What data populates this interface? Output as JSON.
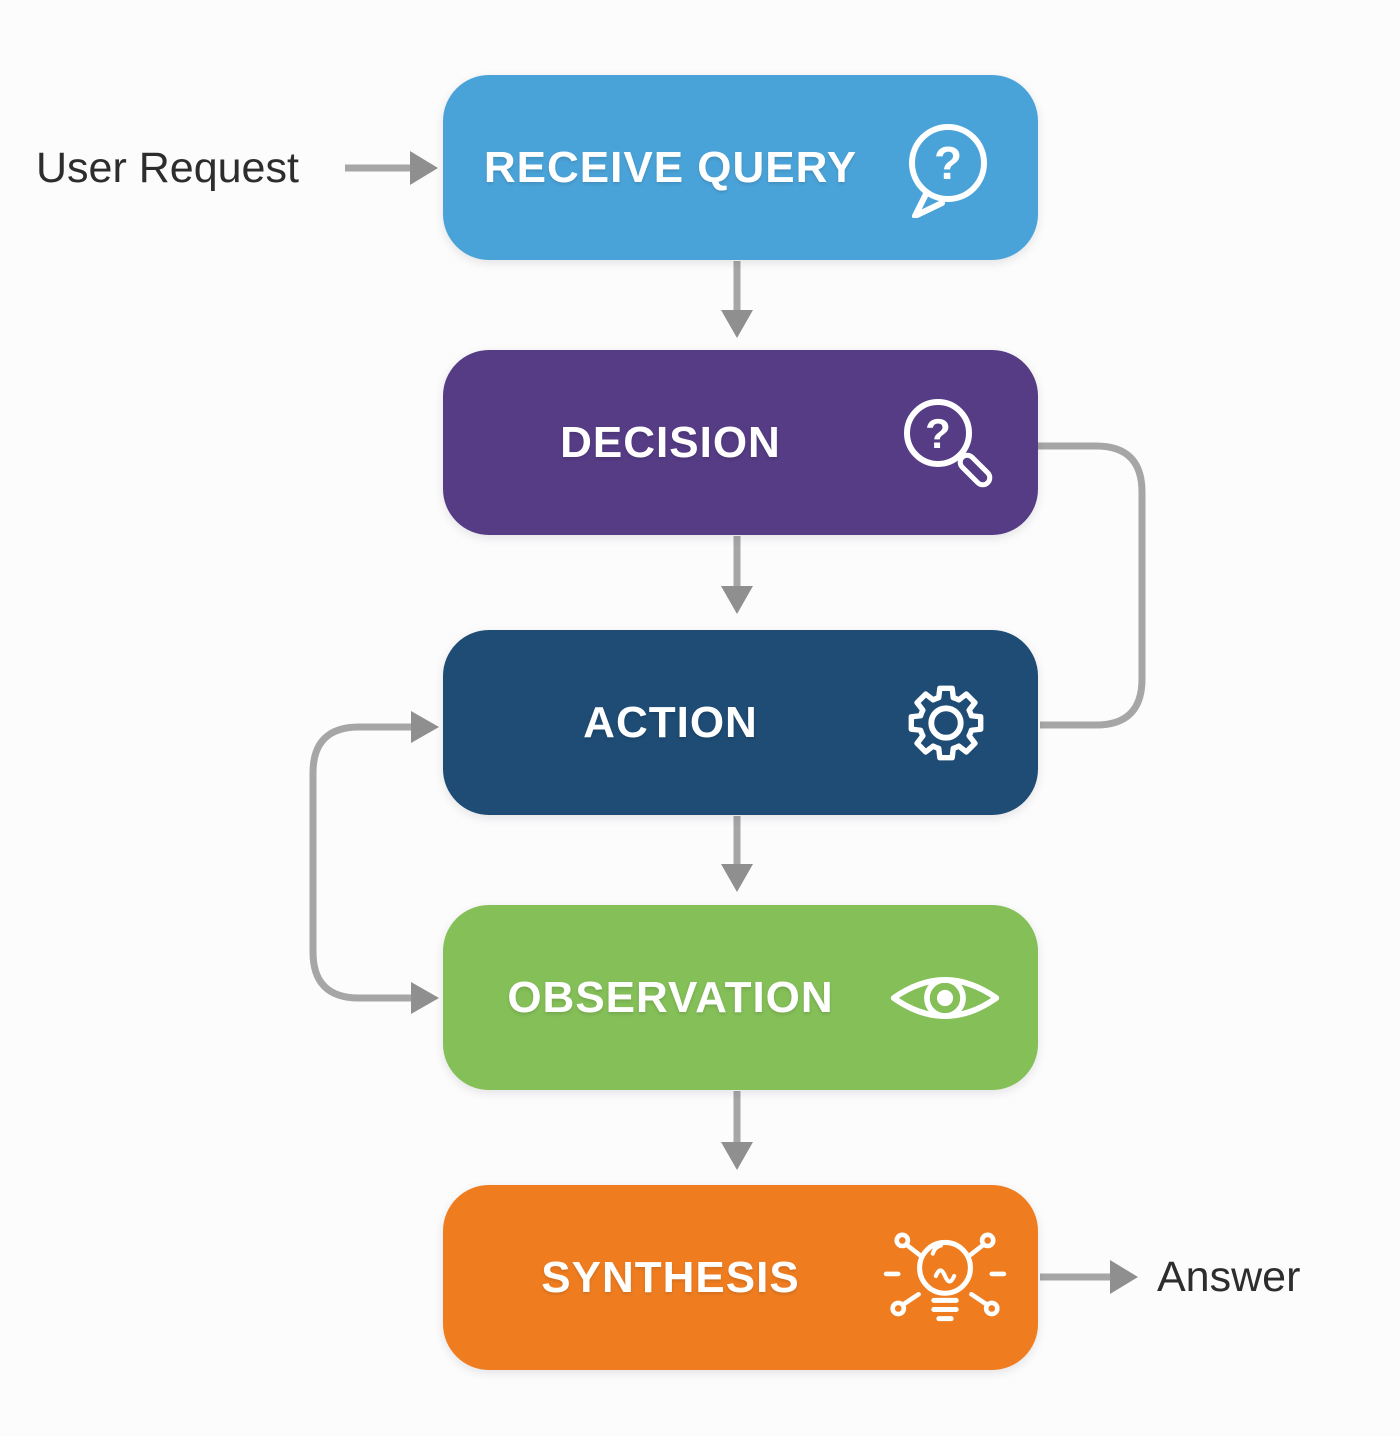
{
  "diagram": {
    "input_label": "User Request",
    "output_label": "Answer",
    "nodes": [
      {
        "id": "receive-query",
        "label": "RECEIVE QUERY",
        "icon": "question-speech-bubble-icon",
        "color": "#4AA3D8"
      },
      {
        "id": "decision",
        "label": "DECISION",
        "icon": "magnifier-question-icon",
        "color": "#553C85"
      },
      {
        "id": "action",
        "label": "ACTION",
        "icon": "gear-icon",
        "color": "#1E4C75"
      },
      {
        "id": "observation",
        "label": "OBSERVATION",
        "icon": "eye-icon",
        "color": "#84BF58"
      },
      {
        "id": "synthesis",
        "label": "SYNTHESIS",
        "icon": "lightbulb-network-icon",
        "color": "#EF7D20"
      }
    ],
    "edges": [
      {
        "from": "user-request",
        "to": "receive-query",
        "style": "straight-arrow"
      },
      {
        "from": "receive-query",
        "to": "decision",
        "style": "down-arrow"
      },
      {
        "from": "decision",
        "to": "action",
        "style": "right-elbow-line"
      },
      {
        "from": "decision",
        "to": "action",
        "style": "down-arrow"
      },
      {
        "from": "action",
        "to": "observation",
        "style": "down-arrow"
      },
      {
        "from": "observation",
        "to": "action",
        "style": "left-elbow-double-arrow"
      },
      {
        "from": "observation",
        "to": "synthesis",
        "style": "down-arrow"
      },
      {
        "from": "synthesis",
        "to": "answer",
        "style": "straight-arrow"
      }
    ],
    "connector_color": "#A6A6A6",
    "arrowhead_color": "#8F8F8F",
    "label_text_color": "#2D2D2D",
    "node_text_color": "#FFFFFF",
    "background_color": "#FCFCFD"
  }
}
